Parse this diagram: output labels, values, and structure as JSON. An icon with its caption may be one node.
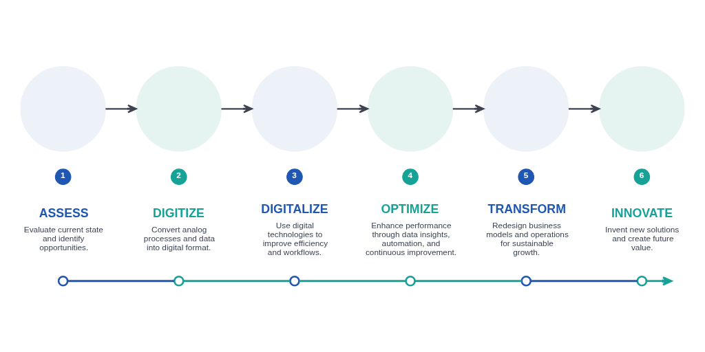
{
  "diagram": {
    "nodes": [
      {
        "text": [],
        "shape": "circle"
      },
      {
        "text": [],
        "shape": "circle"
      },
      {
        "text": [],
        "shape": "circle"
      },
      {
        "text": [],
        "shape": "circle"
      },
      {
        "text": [],
        "shape": "circle"
      },
      {
        "text": [],
        "shape": "circle"
      },
      {
        "text": [
          "1"
        ],
        "beside": [
          "ASSESS",
          "Evaluate current state and identify opportunities."
        ]
      },
      {
        "text": [
          "2"
        ],
        "beside": [
          "DIGITIZE",
          "Convert analog processes and data into digital format."
        ]
      },
      {
        "text": [
          "3"
        ],
        "beside": [
          "DIGITALIZE",
          "Use digital technologies to improve efficiency and workflows."
        ]
      },
      {
        "text": [
          "4"
        ],
        "beside": [
          "OPTIMIZE",
          "Enhance performance through data insights, automation, and continuous improvement."
        ]
      },
      {
        "text": [
          "5"
        ],
        "beside": [
          "TRANSFORM",
          "Redesign business models and operations for sustainable growth."
        ]
      },
      {
        "text": [
          "6"
        ],
        "beside": [
          "INNOVATE",
          "Invent new solutions and create future value."
        ]
      },
      {
        "text": [],
        "shape": "circle"
      },
      {
        "text": [],
        "shape": "circle"
      },
      {
        "text": [],
        "shape": "circle"
      },
      {
        "text": [],
        "shape": "circle"
      },
      {
        "text": [],
        "shape": "circle"
      },
      {
        "text": [],
        "shape": "circle"
      }
    ],
    "edges": [
      {
        "from": 0,
        "to": 1,
        "arrow": "to"
      },
      {
        "from": 1,
        "to": 2,
        "arrow": "to"
      },
      {
        "from": 2,
        "to": 3,
        "arrow": "to"
      },
      {
        "from": 3,
        "to": 4,
        "arrow": "to"
      },
      {
        "from": 4,
        "to": 5,
        "arrow": "to"
      },
      {
        "from": 12,
        "to": 13,
        "arrow": "none",
        "color": "#1f57b3"
      },
      {
        "from": 13,
        "to": 14,
        "arrow": "none",
        "color": "#16a297"
      },
      {
        "from": 14,
        "to": 15,
        "arrow": "none",
        "color": "#16a297"
      },
      {
        "from": 15,
        "to": 16,
        "arrow": "none",
        "color": "#16a297"
      },
      {
        "from": 16,
        "to": 17,
        "arrow": "none",
        "color": "#1f57b3"
      },
      {
        "from": 17,
        "to": null,
        "arrow": "to",
        "color": "#16a297"
      }
    ]
  }
}
